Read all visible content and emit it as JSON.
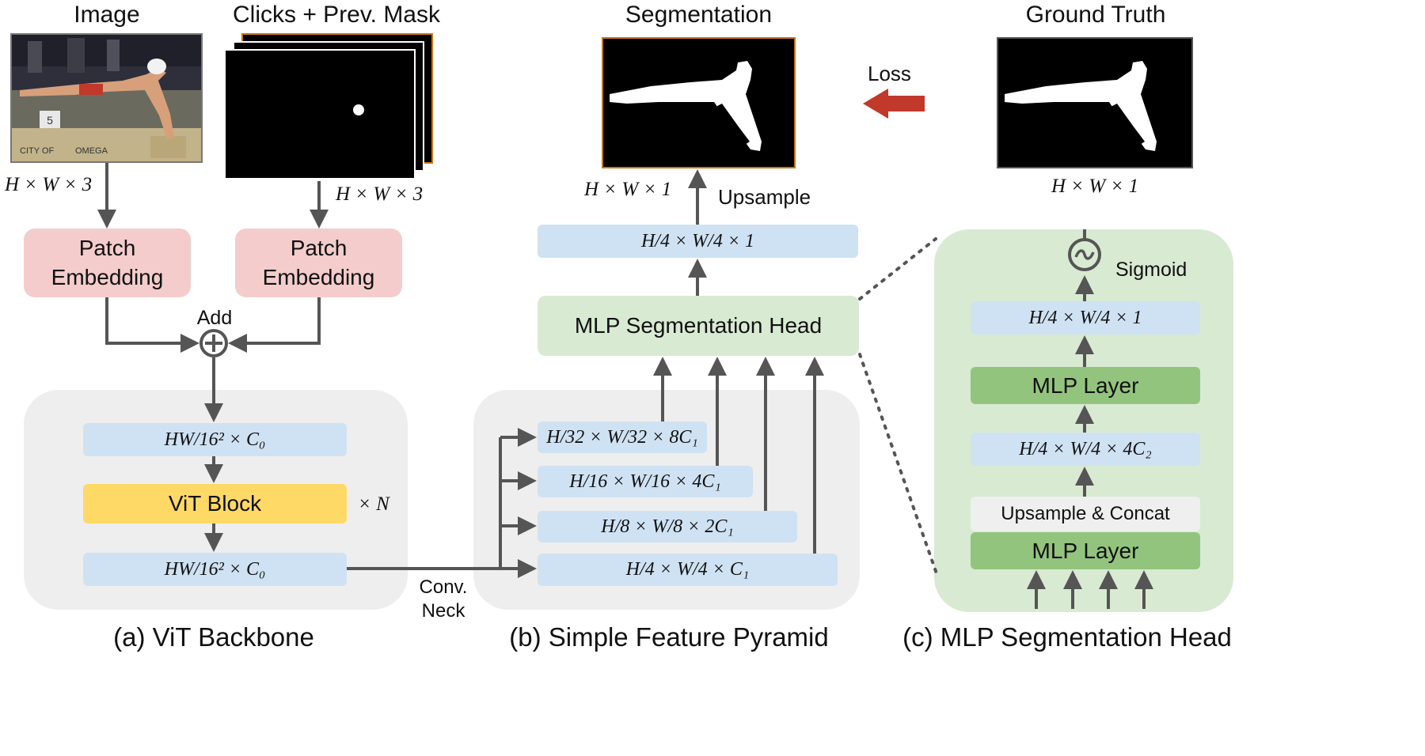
{
  "titles": {
    "image": "Image",
    "clicks": "Clicks + Prev. Mask",
    "segmentation": "Segmentation",
    "ground_truth": "Ground Truth"
  },
  "captions": {
    "a": "(a) ViT Backbone",
    "b": "(b) Simple Feature Pyramid",
    "c": "(c) MLP Segmentation Head"
  },
  "dims": {
    "image_in": "H × W × 3",
    "clicks_in": "H × W × 3",
    "seg_out": "H × W × 1",
    "gt": "H × W × 1"
  },
  "backbone": {
    "patch_embed_left": "Patch\nEmbedding",
    "patch_embed_right": "Patch\nEmbedding",
    "add_label": "Add",
    "token_top": "HW/16² × C₀",
    "vit_block": "ViT Block",
    "repeat": "× N",
    "token_bottom": "HW/16² × C₀"
  },
  "neck": {
    "label_line1": "Conv.",
    "label_line2": "Neck"
  },
  "pyramid": {
    "levels": [
      "H/32 × W/32 × 8C₁",
      "H/16 × W/16 × 4C₁",
      "H/8 × W/8 × 2C₁",
      "H/4 × W/4 × C₁"
    ],
    "head": "MLP Segmentation Head",
    "head_out": "H/4 × W/4 × 1",
    "upsample": "Upsample",
    "loss": "Loss"
  },
  "mlp_head": {
    "sigmoid": "Sigmoid",
    "sigmoid_symbol": "~",
    "out": "H/4 × W/4 × 1",
    "mlp_layer_top": "MLP Layer",
    "mid": "H/4 × W/4 × 4C₂",
    "upsample_concat": "Upsample & Concat",
    "mlp_layer_bottom": "MLP Layer"
  },
  "colors": {
    "panel_grey": "#eeeeee",
    "panel_green": "#d9ead3",
    "blue_box": "#cfe2f3",
    "pink_box": "#f4cccc",
    "vit_yellow": "#ffd966",
    "mlp_green": "#93c47d",
    "arrow_grey": "#555555",
    "loss_arrow": "#c0392b",
    "frame_orange": "#c8741a"
  }
}
